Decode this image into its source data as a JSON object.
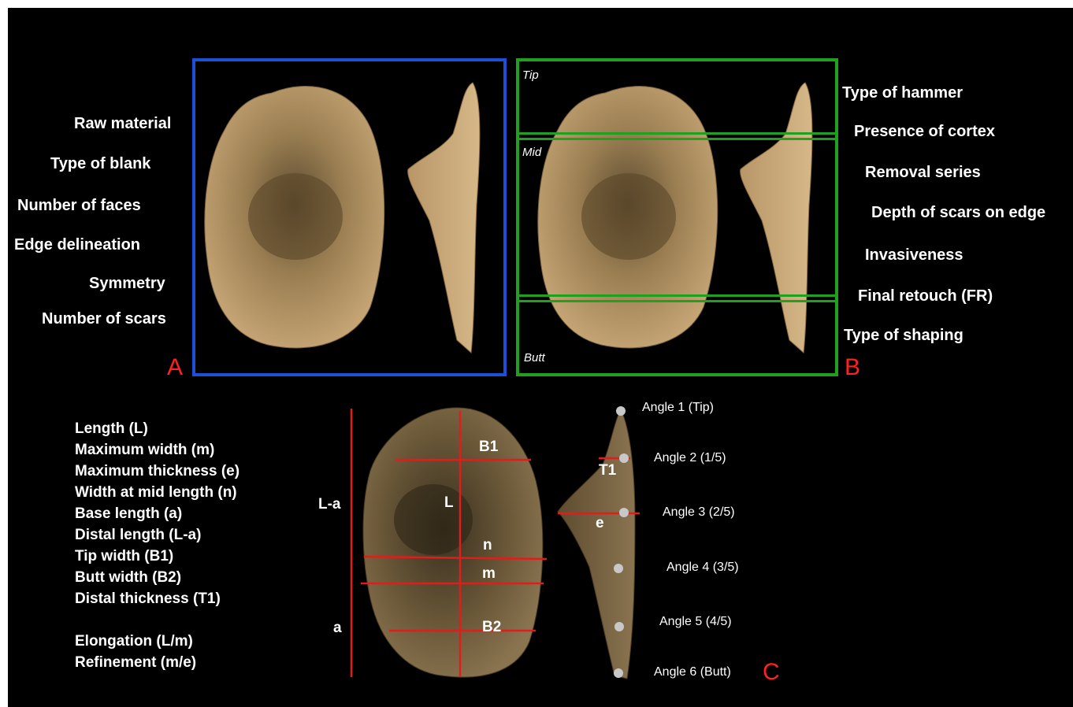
{
  "panel_a": {
    "label": "A",
    "labels": [
      "Raw material",
      "Type of blank",
      "Number of faces",
      "Edge delineation",
      "Symmetry",
      "Number of scars"
    ]
  },
  "panel_b": {
    "label": "B",
    "zones": [
      "Tip",
      "Mid",
      "Butt"
    ],
    "labels": [
      "Type of hammer",
      "Presence of cortex",
      "Removal series",
      "Depth of scars on edge",
      "Invasiveness",
      "Final retouch (FR)",
      "Type of shaping"
    ]
  },
  "panel_c": {
    "label": "C",
    "measures": [
      "Length (L)",
      "Maximum width (m)",
      "Maximum thickness (e)",
      "Width at mid length (n)",
      "Base length (a)",
      "Distal length (L-a)",
      "Tip width (B1)",
      "Butt width (B2)",
      "Distal thickness (T1)"
    ],
    "indices": [
      "Elongation (L/m)",
      "Refinement (m/e)"
    ],
    "markers": {
      "B1": "B1",
      "L": "L",
      "n": "n",
      "m": "m",
      "B2": "B2",
      "La": "L-a",
      "a": "a",
      "T1": "T1",
      "e": "e"
    },
    "angles": [
      "Angle 1 (Tip)",
      "Angle 2 (1/5)",
      "Angle 3 (2/5)",
      "Angle 4 (3/5)",
      "Angle 5 (4/5)",
      "Angle 6 (Butt)"
    ]
  },
  "colors": {
    "background": "#000000",
    "box_a": "#1e4fd8",
    "box_b": "#1fa01f",
    "measure_line": "#e31b1b",
    "panel_letter": "#ff2020",
    "angle_dot": "#c8c8c8"
  }
}
